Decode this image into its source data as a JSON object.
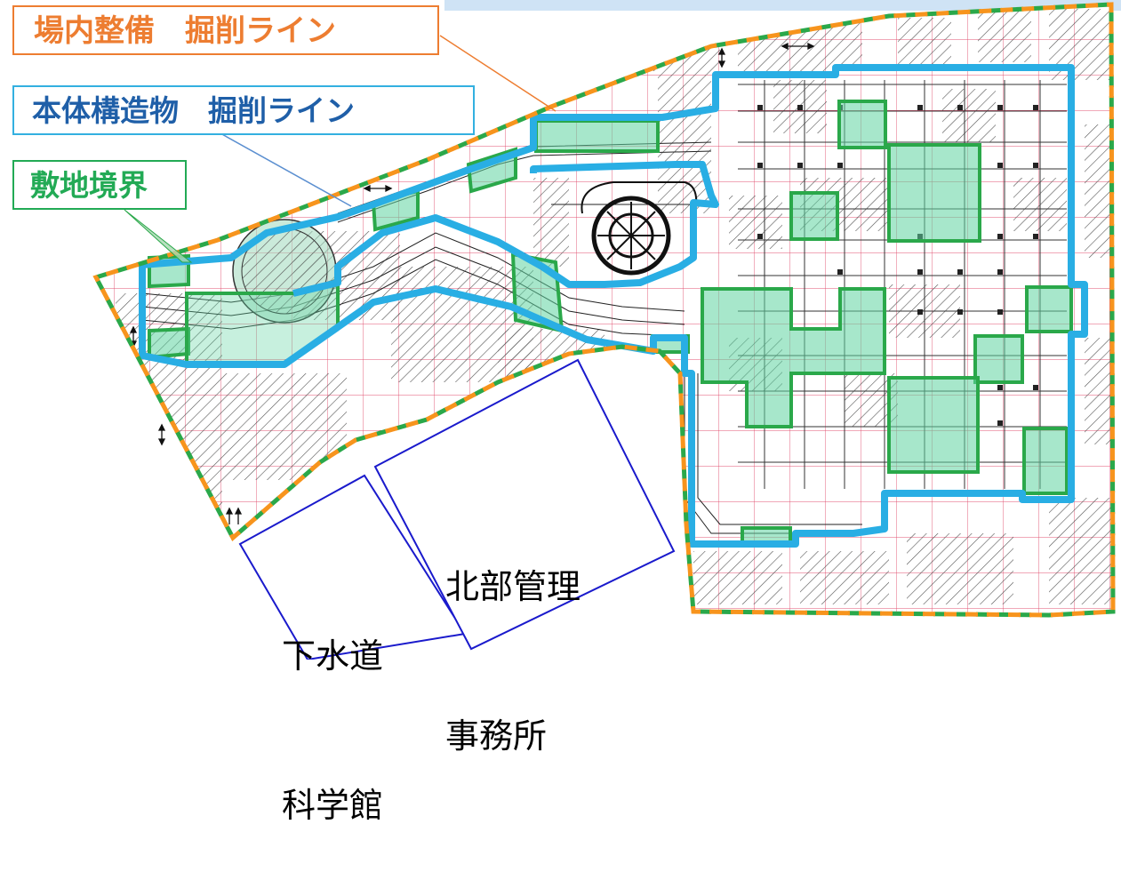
{
  "legend": {
    "site_excavation_label": "場内整備　掘削ライン",
    "structure_excavation_label": "本体構造物　掘削ライン",
    "site_boundary_label": "敷地境界"
  },
  "buildings": {
    "sewer_museum": {
      "line1": "下水道",
      "line2": "科学館"
    },
    "north_office": {
      "line1": "北部管理",
      "line2": "事務所"
    }
  },
  "colors": {
    "site_excavation": "#f7941d",
    "structure_excavation": "#29aee4",
    "boundary": "#2aa84a",
    "highlight_fill": "#5fd3a0",
    "building_outline": "#1a1acc",
    "grid": "#e05070",
    "hatch": "#555555"
  },
  "icons": [
    "double-arrow-icon",
    "circular-tank-icon"
  ]
}
